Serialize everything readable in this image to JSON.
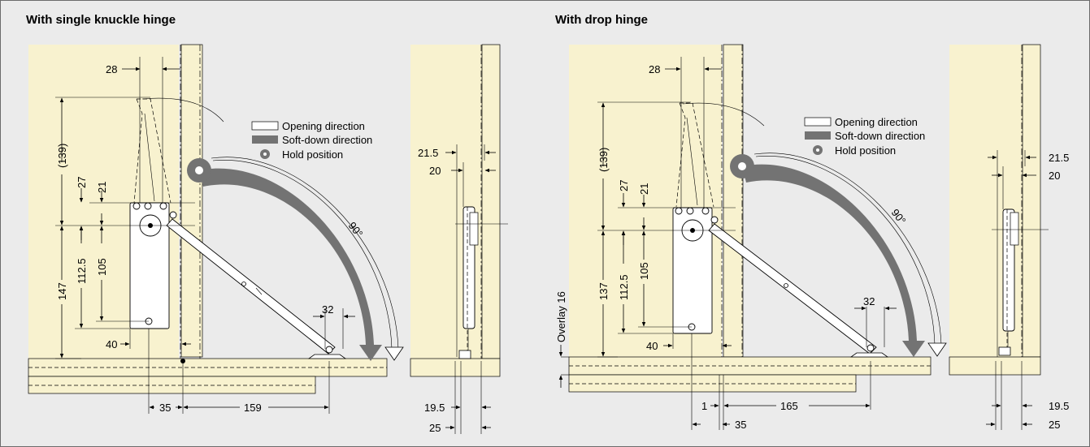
{
  "sections": {
    "left_title": "With single knuckle hinge",
    "right_title": "With drop hinge"
  },
  "legend": {
    "opening": "Opening direction",
    "softdown": "Soft-down direction",
    "hold": "Hold position"
  },
  "angle_label": "90°",
  "left_dims": {
    "d28": "28",
    "d139": "(139)",
    "d27": "27",
    "d21": "21",
    "d147": "147",
    "d112": "112.5",
    "d105": "105",
    "d40": "40",
    "d32": "32",
    "d35": "35",
    "d159": "159"
  },
  "left_side_dims": {
    "d215": "21.5",
    "d20": "20",
    "d195": "19.5",
    "d25": "25"
  },
  "right_dims": {
    "d28": "28",
    "d139": "(139)",
    "d27": "27",
    "d21": "21",
    "d137": "137",
    "d112": "112.5",
    "d105": "105",
    "d40": "40",
    "d32": "32",
    "d1": "1",
    "d165": "165",
    "d35": "35",
    "overlay": "Overlay 16"
  },
  "right_side_dims": {
    "d215": "21.5",
    "d20": "20",
    "d195": "19.5",
    "d25": "25"
  },
  "colors": {
    "panel": "#f8f2cf",
    "background": "#ebebeb",
    "arrow_fill": "#737373",
    "device_fill": "#ffffff"
  }
}
